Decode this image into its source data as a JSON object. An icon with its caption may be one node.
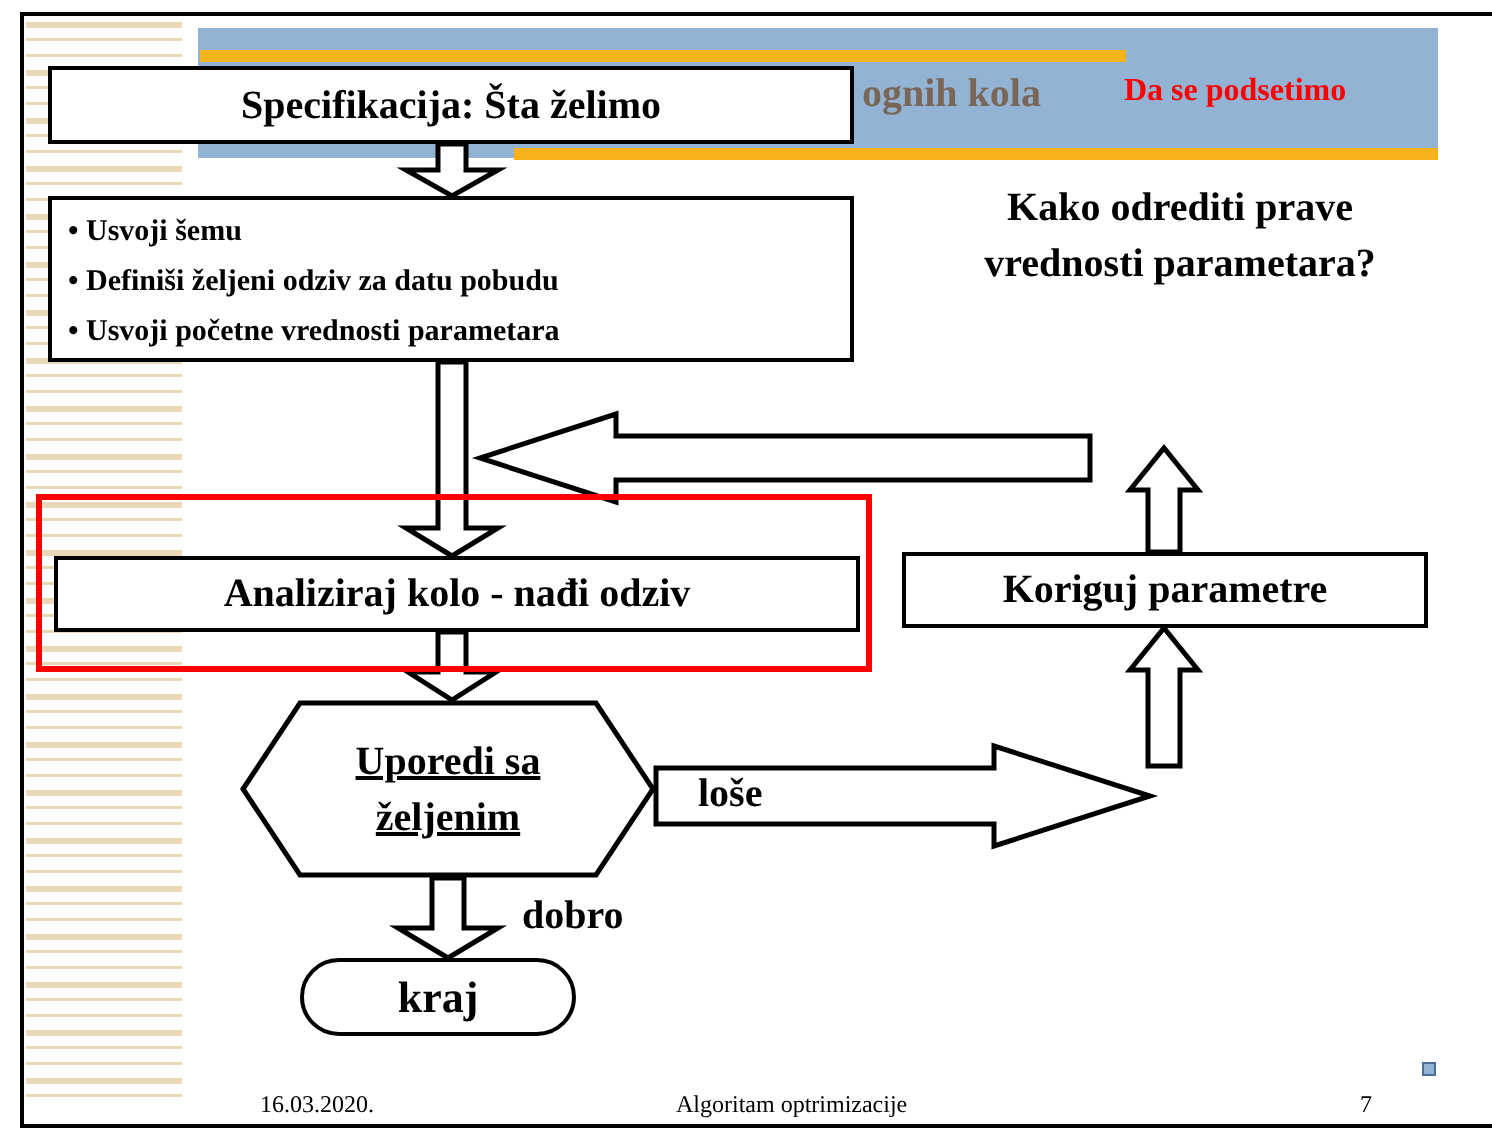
{
  "diagram": {
    "nodes": [
      {
        "text": [
          "Specifikacija: Šta želimo"
        ]
      },
      {
        "text": [
          "• Usvoji šemu",
          "• Definiši željeni odziv za datu pobudu",
          "• Usvoji početne vrednosti parametara"
        ]
      },
      {
        "text": [],
        "shape": "box"
      },
      {
        "text": [
          "Analiziraj kolo - nađi odziv"
        ],
        "in": 2
      },
      {
        "text": [
          "Koriguj parametre"
        ]
      },
      {
        "text": [
          "Uporedi sa željenim"
        ]
      },
      {
        "text": [
          "kraj"
        ]
      }
    ],
    "edges": [
      {
        "from": 0,
        "to": 1,
        "arrow": "to"
      },
      {
        "from": 1,
        "to": 3,
        "arrow": "to"
      },
      {
        "from": 3,
        "to": 5,
        "arrow": "to"
      },
      {
        "from": 5,
        "to": 6,
        "arrow": "to",
        "label": "dobro"
      },
      {
        "from": 5,
        "to": null,
        "arrow": "to",
        "label": "loše"
      },
      {
        "from": null,
        "to": 4,
        "arrow": "to"
      },
      {
        "from": 4,
        "to": null,
        "arrow": "to"
      },
      {
        "from": null,
        "to": 3,
        "arrow": "to"
      }
    ],
    "labels": [
      "ognih kola",
      "Da se podsetimo",
      "Kako odrediti prave vrednosti parametara?",
      "16.03.2020.",
      "Algoritam optrimizacije",
      "7"
    ]
  }
}
